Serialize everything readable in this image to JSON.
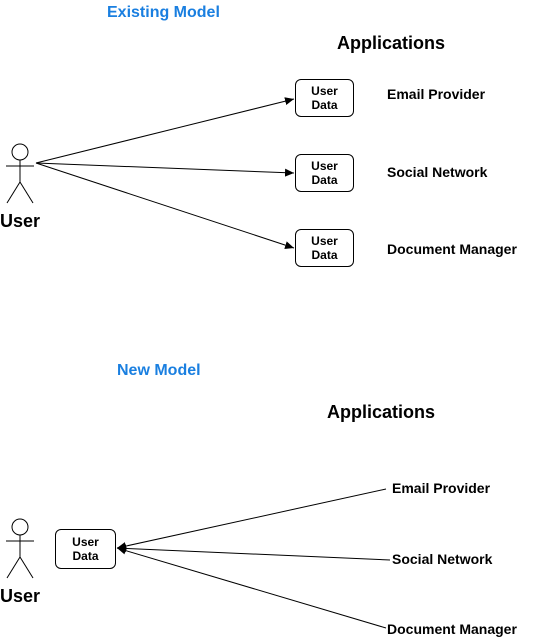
{
  "existing": {
    "title": "Existing Model",
    "apps_title": "Applications",
    "user_label": "User",
    "boxes": [
      {
        "line1": "User",
        "line2": "Data"
      },
      {
        "line1": "User",
        "line2": "Data"
      },
      {
        "line1": "User",
        "line2": "Data"
      }
    ],
    "apps": [
      "Email Provider",
      "Social Network",
      "Document Manager"
    ]
  },
  "new": {
    "title": "New Model",
    "apps_title": "Applications",
    "user_label": "User",
    "box": {
      "line1": "User",
      "line2": "Data"
    },
    "apps": [
      "Email Provider",
      "Social Network",
      "Document Manager"
    ]
  },
  "colors": {
    "section_title": "#1a7fe0",
    "stroke": "#000000"
  }
}
